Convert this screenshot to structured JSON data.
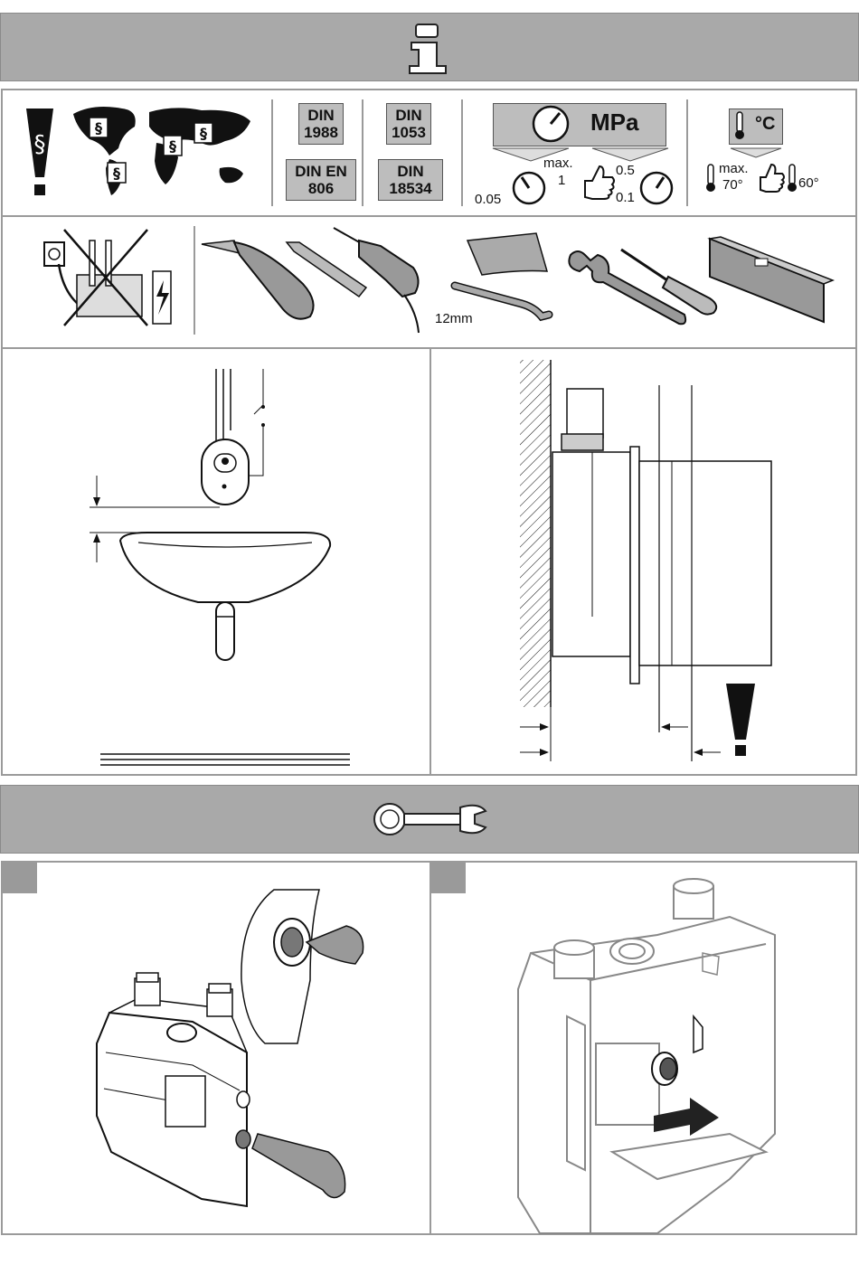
{
  "header": {
    "info_icon": "info-i-icon"
  },
  "norms": {
    "din": [
      {
        "line1": "DIN",
        "line2": "1988"
      },
      {
        "line1": "DIN",
        "line2": "1053"
      },
      {
        "line1": "DIN  EN",
        "line2": "806"
      },
      {
        "line1": "DIN",
        "line2": "18534"
      }
    ]
  },
  "pressure": {
    "unit": "MPa",
    "max_label": "max.",
    "max_value": "1",
    "min_value": "0.05",
    "rec_high": "0.5",
    "rec_low": "0.1"
  },
  "temperature": {
    "unit": "°C",
    "max_label": "max.",
    "max_value": "70°",
    "rec_value": "60°"
  },
  "tools": {
    "hex_key_size": "12mm"
  },
  "section2": {
    "icon": "wrench-icon"
  }
}
